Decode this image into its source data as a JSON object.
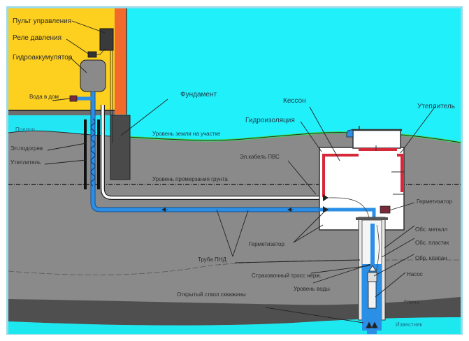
{
  "title": "Схема водоснабжения из скважины с кессоном",
  "colors": {
    "sky": "#1ff0fa",
    "house_wall": "#fdcf1f",
    "facade": "#f26a2b",
    "soil": "#8a8a8a",
    "clay": "#4f4f4f",
    "limestone": "#1ee8ef",
    "grass": "#39e05a",
    "pipe": "#2b8fe6",
    "insulation": "#d7283a",
    "frame_border": "#9adbe8"
  },
  "labels": {
    "control_panel": "Пульт управления",
    "pressure_relay": "Реле давления",
    "accumulator": "Гидроаккумулятор",
    "water_to_house": "Вода в дом",
    "foundation": "Фундамент",
    "crawlspace": "Подпол",
    "heating_cable": "Эл.подогрев",
    "insulation_left": "Утеплитель",
    "ground_level": "Уровень земли на участке",
    "frost_line": "Уровень промерзания грунта",
    "power_cable": "Эл.кабель ПВС",
    "caisson": "Кессон",
    "waterproofing": "Гидроизоляция",
    "insulation_right": "Утеплитель",
    "sealer_right": "Герметизатор",
    "casing_metal": "Обс. металл",
    "casing_plastic": "Обс. пластик",
    "check_valve": "Обр. клапан",
    "sealer_left": "Герметизатор",
    "pnd_pipe": "Труба ПНД",
    "safety_cable": "Страховочный тросс нерж.",
    "water_level": "Уровень воды",
    "pump": "Насос",
    "open_borehole": "Открытый ствол скважины",
    "clay": "Глина",
    "limestone": "Известняк"
  }
}
